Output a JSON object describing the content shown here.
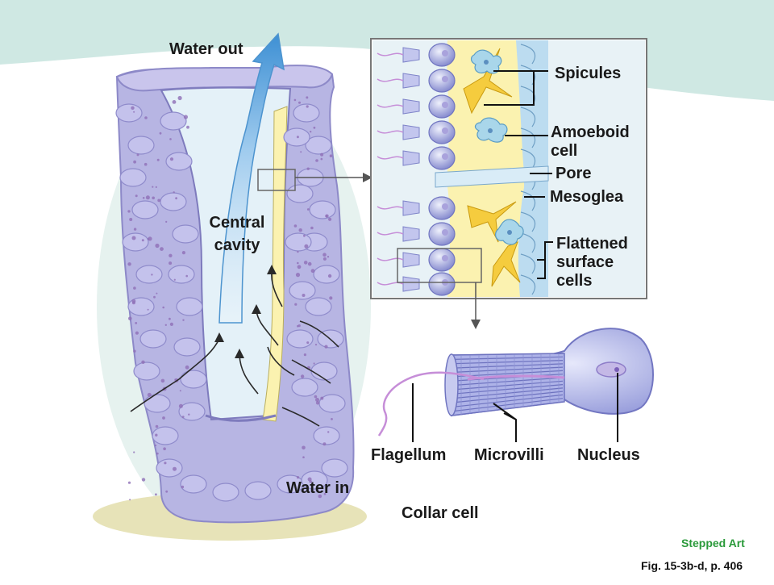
{
  "labels": {
    "water_out": "Water out",
    "water_in": "Water in",
    "central_cavity": "Central\ncavity",
    "spicules": "Spicules",
    "amoeboid_cell": "Amoeboid\ncell",
    "pore": "Pore",
    "mesoglea": "Mesoglea",
    "flattened_surface_cells": "Flattened\nsurface\ncells",
    "flagellum": "Flagellum",
    "microvilli": "Microvilli",
    "nucleus": "Nucleus",
    "collar_cell": "Collar cell"
  },
  "footer": {
    "stepped_art": "Stepped Art",
    "figure_ref": "Fig. 15-3b-d, p. 406"
  },
  "colors": {
    "background_band": "#cfe8e3",
    "sponge_body": "#b7b5e3",
    "sponge_spots": "#8e6fb6",
    "cavity": "#e4f1f8",
    "mesoglea_yellow": "#fbf2b0",
    "surface_blue": "#bcdcf0",
    "collar_cell": "#9ea3e0",
    "water_arrow": "#5aa6dc",
    "stepped_art_green": "#2a9a3a"
  }
}
